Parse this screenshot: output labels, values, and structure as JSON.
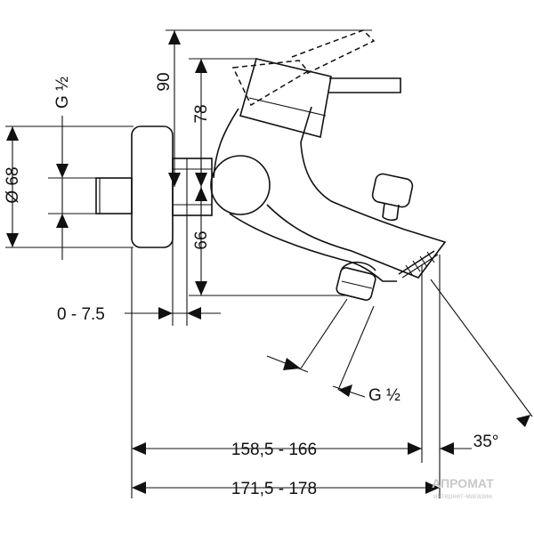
{
  "dimensions": {
    "height_90": "90",
    "height_78": "78",
    "height_66": "66",
    "thread_top": "G ½",
    "diameter_68": "Ø 68",
    "offset": "0 - 7.5",
    "thread_bottom": "G ½",
    "width_short": "158,5 - 166",
    "width_long": "171,5 - 178",
    "angle": "35°"
  },
  "watermark": {
    "brand": "АПРОМАТ",
    "tagline": "интернет-магазин"
  }
}
